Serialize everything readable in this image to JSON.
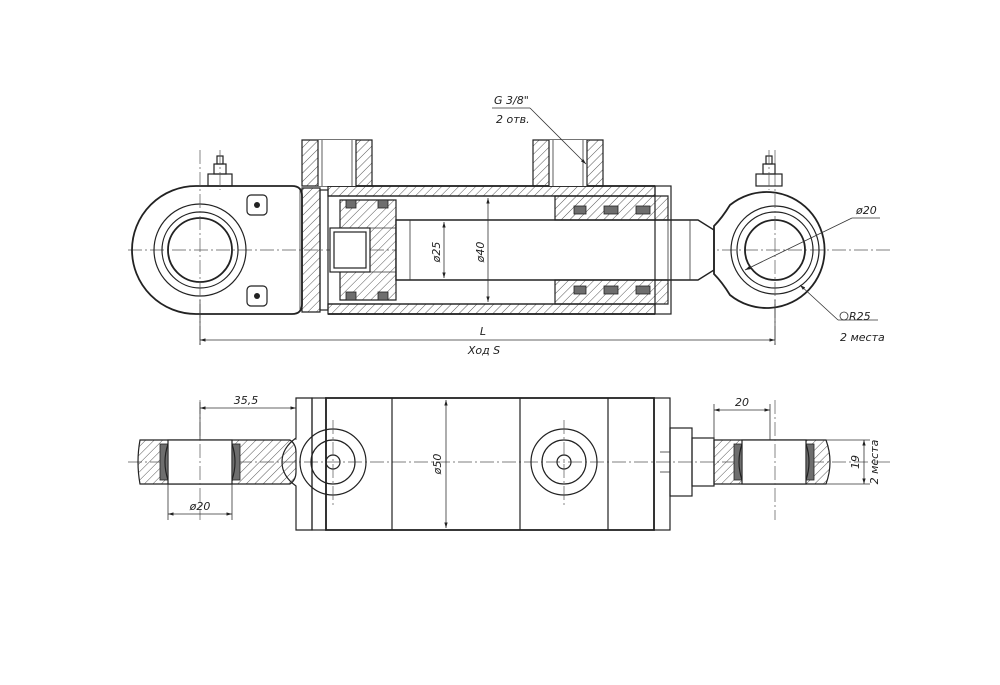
{
  "annotations": {
    "port_thread": "G 3/8\"",
    "port_count": "2 отв.",
    "rod_diameter": "ø25",
    "bore_diameter": "ø40",
    "pin_hole_top": "ø20",
    "radius": "R25",
    "radius_count": "2 места",
    "length_label": "L",
    "stroke_label": "Ход S",
    "width_35_5": "35,5",
    "pin_hole_bottom": "ø20",
    "body_diameter": "ø50",
    "width_20": "20",
    "height_19": "19",
    "height_count": "2 места"
  },
  "colors": {
    "line": "#222222",
    "seal_fill": "#6e6e6e",
    "background": "#ffffff"
  }
}
